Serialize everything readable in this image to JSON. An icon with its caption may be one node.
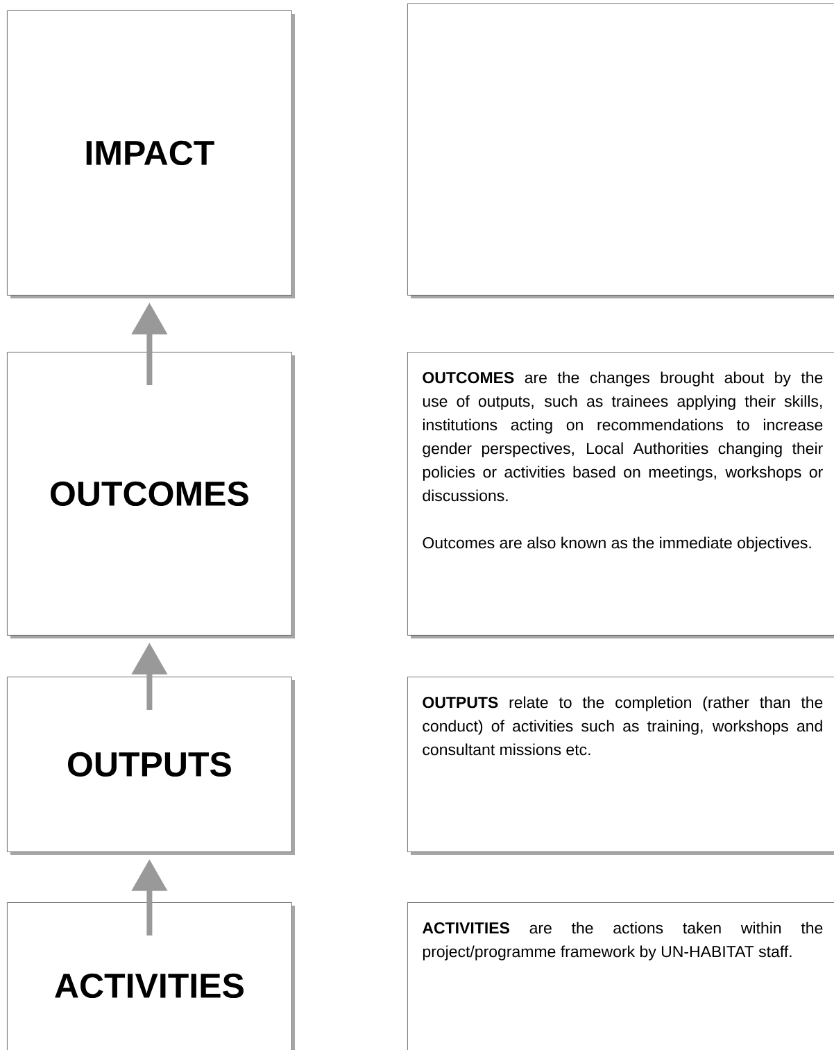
{
  "diagram": {
    "nodes": [
      {
        "text": [
          "IMPACT"
        ]
      },
      {
        "text": [],
        "shape": "box"
      },
      {
        "text": [
          "OUTCOMES"
        ]
      },
      {
        "text": [
          "**OUTCOMES** are the changes brought about by the use of outputs, such as trainees applying their skills, institutions acting on recommendations to increase gender perspectives, Local Authorities changing their policies or activities based on meetings, workshops or discussions.",
          "Outcomes are also known as the immediate objectives."
        ]
      },
      {
        "text": [
          "OUTPUTS"
        ]
      },
      {
        "text": [
          "**OUTPUTS** relate to the completion (rather than the conduct) of activities such as training, workshops and consultant missions etc."
        ]
      },
      {
        "text": [
          "ACTIVITIES"
        ]
      },
      {
        "text": [
          "**ACTIVITIES** are the actions taken within the project/programme framework by UN-HABITAT staff."
        ]
      }
    ],
    "edges": [
      {
        "from": 2,
        "to": 0,
        "arrow": "to"
      },
      {
        "from": 4,
        "to": 2,
        "arrow": "to"
      },
      {
        "from": 6,
        "to": 4,
        "arrow": "to"
      }
    ]
  }
}
